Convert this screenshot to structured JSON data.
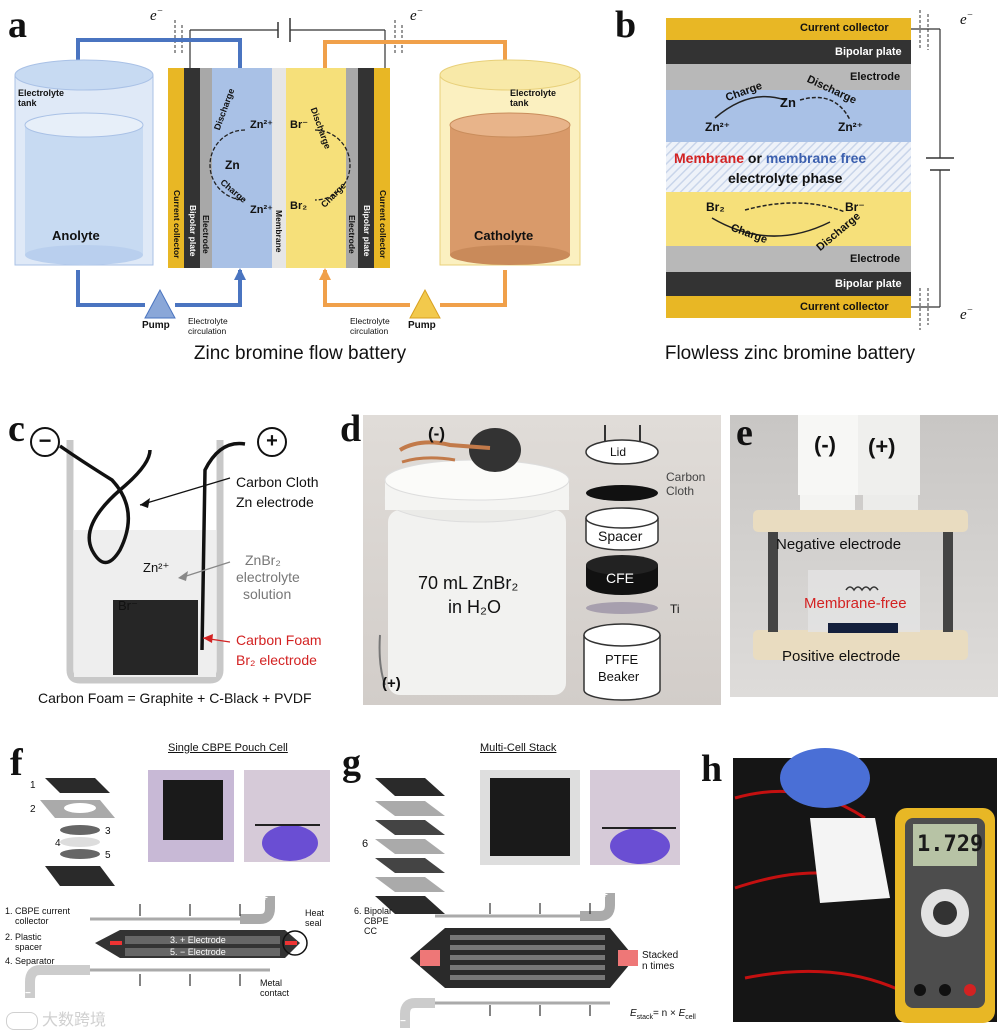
{
  "panels": {
    "a": {
      "letter": "a",
      "caption": "Zinc bromine flow battery",
      "electron": "e",
      "electron_sup": "−",
      "left_tank": "Electrolyte\ntank",
      "right_tank": "Electrolyte\ntank",
      "anolyte": "Anolyte",
      "catholyte": "Catholyte",
      "pump": "Pump",
      "circulation": "Electrolyte\ncirculation",
      "layers": [
        "Current collector",
        "Bipolar plate",
        "Electrode",
        "Membrane",
        "Electrode",
        "Bipolar plate",
        "Current collector"
      ],
      "zn2": "Zn²⁺",
      "zn": "Zn",
      "discharge": "Discharge",
      "charge": "Charge",
      "br": "Br⁻",
      "br2": "Br₂"
    },
    "b": {
      "letter": "b",
      "caption": "Flowless zinc bromine battery",
      "electron": "e",
      "electron_sup": "−",
      "current_collector": "Current collector",
      "bipolar_plate": "Bipolar plate",
      "electrode": "Electrode",
      "charge": "Charge",
      "discharge": "Discharge",
      "zn": "Zn",
      "zn2": "Zn²⁺",
      "membrane": "Membrane",
      "or": " or ",
      "membrane_free": "membrane free",
      "electrolyte_phase": "electrolyte phase",
      "br2": "Br₂",
      "br": "Br⁻"
    },
    "c": {
      "letter": "c",
      "minus": "−",
      "plus": "+",
      "carbon_cloth": "Carbon Cloth",
      "zn_electrode": "Zn electrode",
      "zn2": "Zn²⁺",
      "znbr2": "ZnBr₂",
      "electrolyte": "electrolyte",
      "solution": "solution",
      "br": "Br⁻",
      "carbon_foam": "Carbon Foam",
      "br2_electrode": "Br₂ electrode",
      "formula": "Carbon Foam  =  Graphite + C-Black + PVDF"
    },
    "d": {
      "letter": "d",
      "minus": "(-)",
      "plus": "(+)",
      "contents_line1": "70 mL ZnBr₂",
      "contents_line2": "in H₂O",
      "lid": "Lid",
      "carbon_cloth": "Carbon\nCloth",
      "spacer": "Spacer",
      "cfe": "CFE",
      "ti": "Ti",
      "ptfe": "PTFE",
      "beaker": "Beaker"
    },
    "e": {
      "letter": "e",
      "minus": "(-)",
      "plus": "(+)",
      "negative": "Negative electrode",
      "membrane_free": "Membrane-free",
      "positive": "Positive electrode"
    },
    "f": {
      "letter": "f",
      "title": "Single CBPE Pouch Cell",
      "nums": [
        "1",
        "2",
        "3",
        "4",
        "5"
      ],
      "cc_label": "1. CBPE current\n    collector",
      "spacer_label": "2. Plastic\n    spacer",
      "separator_label": "4. Separator",
      "pos_electrode": "3. + Electrode",
      "neg_electrode": "5. − Electrode",
      "heat_seal": "Heat\nseal",
      "metal_contact": "Metal\ncontact",
      "plus": "+",
      "minus": "−"
    },
    "g": {
      "letter": "g",
      "title": "Multi-Cell Stack",
      "num": "6",
      "bipolar_label": "6. Bipolar\n    CBPE\n    CC",
      "stacked": "Stacked\nn times",
      "formula_lhs": "E",
      "formula_lhs_sub": "stack",
      "formula_mid": "= n × ",
      "formula_rhs": "E",
      "formula_rhs_sub": "cell",
      "plus": "+",
      "minus": "−"
    },
    "h": {
      "letter": "h",
      "reading": "1.729"
    }
  },
  "watermark": "大数跨境",
  "colors": {
    "gold": "#e8b725",
    "blue": "#a9c1e6",
    "tank_blue": "#c7daf2",
    "tank_orange": "#d99a6a",
    "yellow": "#f6e07a",
    "dark": "#333333",
    "red": "#d32222"
  }
}
